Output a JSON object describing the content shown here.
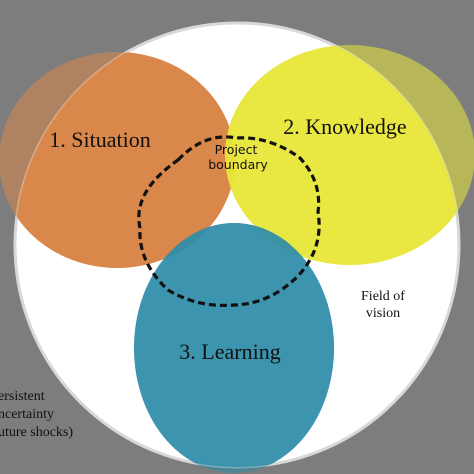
{
  "colors": {
    "background": "#7d7d7d",
    "field": "#ffffff",
    "situation": "#d9874a",
    "knowledge": "#e8e63a",
    "learning": "#2f8ca8",
    "boundary": "#111111"
  },
  "labels": {
    "situation": "1. Situation",
    "knowledge": "2. Knowledge",
    "learning": "3. Learning",
    "boundary_line1": "Project",
    "boundary_line2": "boundary",
    "field_line1": "Field of",
    "field_line2": "vision",
    "outside_line1": "ersistent",
    "outside_line2": "ncertainty",
    "outside_line3": "uture shocks)"
  }
}
